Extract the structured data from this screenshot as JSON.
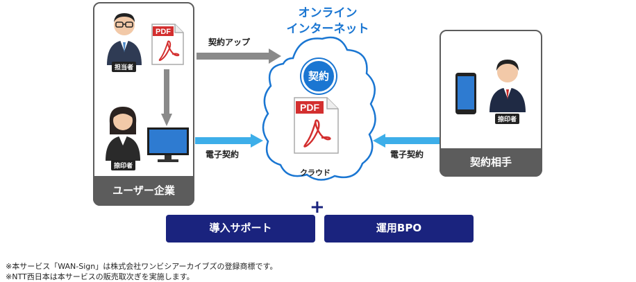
{
  "cloud": {
    "title_line1": "オンライン",
    "title_line2": "インターネット",
    "caption": "クラウド",
    "contract_badge": "契約"
  },
  "company": {
    "footer": "ユーザー企業",
    "person_top_label": "担当者",
    "person_bottom_label": "捺印者"
  },
  "partner": {
    "footer": "契約相手",
    "person_label": "捺印者"
  },
  "arrows": {
    "upload_label": "契約アップ",
    "esign_left_label": "電子契約",
    "esign_right_label": "電子契約"
  },
  "pdf_label": "PDF",
  "buttons": {
    "support": "導入サポート",
    "bpo": "運用BPO"
  },
  "plus": "+",
  "notes": {
    "line1": "※本サービス「WAN-Sign」は株式会社ワンビシアーカイブズの登録商標です。",
    "line2": "※NTT西日本は本サービスの販売取次ぎを実施します。"
  },
  "colors": {
    "accent_blue": "#1a76d2",
    "arrow_blue": "#3daee9",
    "arrow_gray": "#8a8a8a",
    "navy": "#1a237e",
    "box_gray": "#5c5c5c",
    "pdf_red": "#d32f2f"
  }
}
